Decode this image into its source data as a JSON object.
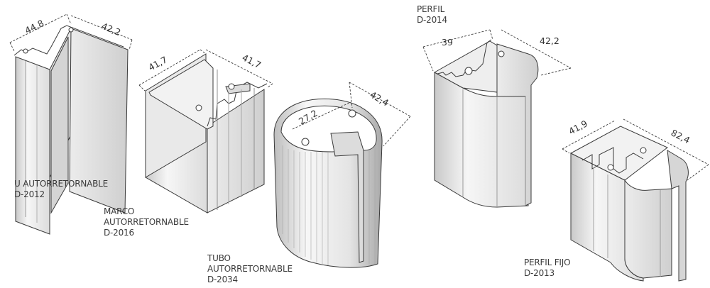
{
  "profiles": [
    {
      "id": "d2012",
      "name_lines": [
        "U AUTORRETORNABLE",
        "D-2012"
      ],
      "dimensions": [
        "44,8",
        "42,2"
      ]
    },
    {
      "id": "d2016",
      "name_lines": [
        "MARCO",
        "AUTORRETORNABLE",
        "D-2016"
      ],
      "dimensions": [
        "41,7",
        "41,7"
      ]
    },
    {
      "id": "d2034",
      "name_lines": [
        "TUBO",
        "AUTORRETORNABLE",
        "D-2034"
      ],
      "dimensions": [
        "27,2",
        "42,4"
      ]
    },
    {
      "id": "d2014",
      "name_lines": [
        "PERFIL",
        "D-2014"
      ],
      "dimensions": [
        "39",
        "42,2"
      ]
    },
    {
      "id": "d2013",
      "name_lines": [
        "PERFIL FIJO",
        "D-2013"
      ],
      "dimensions": [
        "41,9",
        "82,4"
      ]
    }
  ],
  "colors": {
    "line": "#3a3a3a",
    "face_light": "#f4f4f4",
    "face_mid": "#dedede",
    "face_dark": "#bdbdbd"
  }
}
